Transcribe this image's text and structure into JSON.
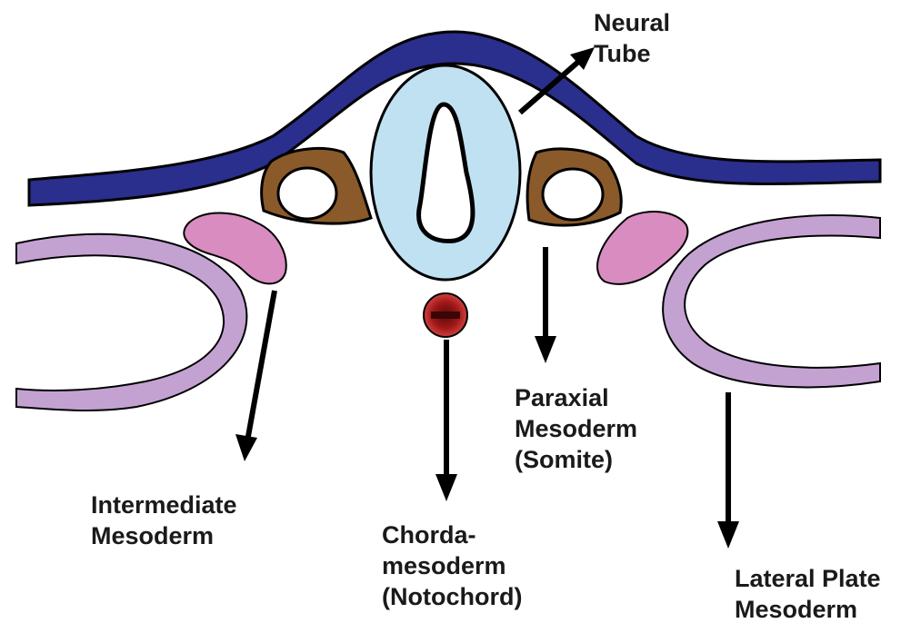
{
  "labels": {
    "neural_tube": [
      "Neural",
      "Tube"
    ],
    "paraxial": [
      "Paraxial",
      "Mesoderm",
      "(Somite)"
    ],
    "intermediate": [
      "Intermediate",
      "Mesoderm"
    ],
    "chorda": [
      "Chorda-",
      "mesoderm",
      "(Notochord)"
    ],
    "lateral": [
      "Lateral Plate",
      "Mesoderm"
    ]
  },
  "colors": {
    "ectoderm": "#2a2e8c",
    "neural_tube_fill": "#bfe1f2",
    "somite": "#8a5a2b",
    "intermediate": "#d98cc0",
    "lateral_plate": "#c3a2d2",
    "notochord": "#b01e1e",
    "arrow": "#000000"
  }
}
